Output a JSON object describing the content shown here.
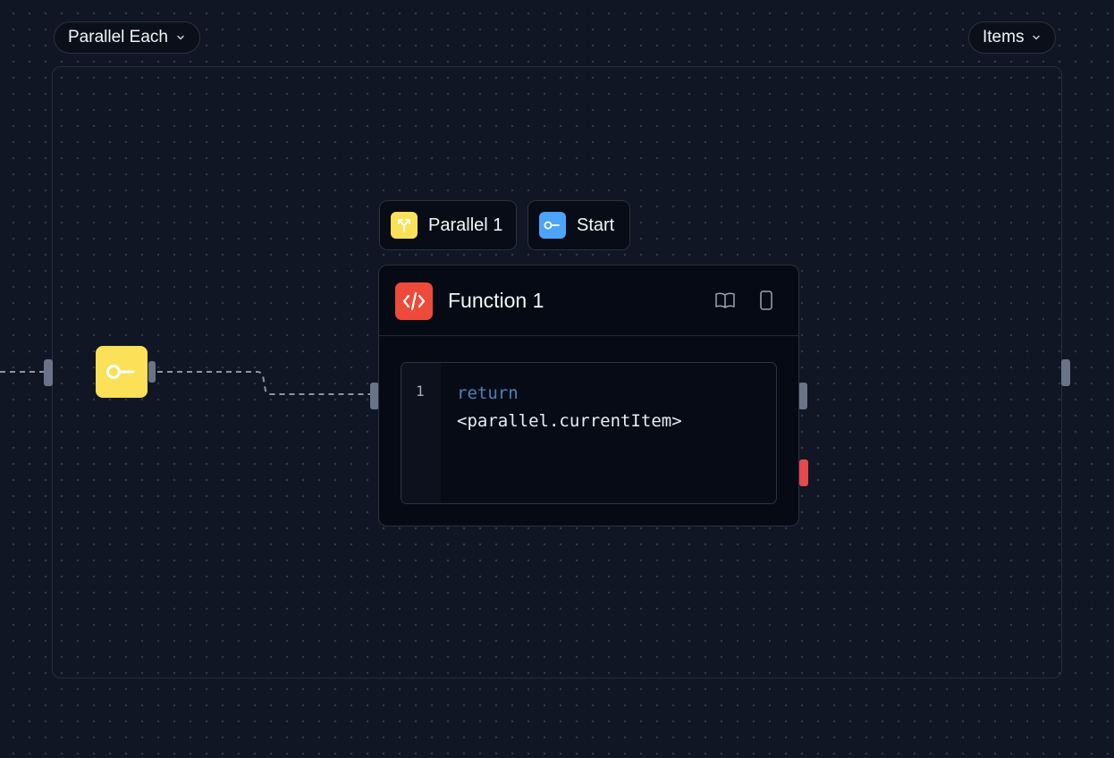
{
  "loop": {
    "type_label": "Parallel Each",
    "mode_label": "Items"
  },
  "tags": {
    "parallel_label": "Parallel 1",
    "start_label": "Start"
  },
  "function_block": {
    "title": "Function 1",
    "code": {
      "line_number": "1",
      "keyword": "return",
      "expression": "<parallel.currentItem>"
    }
  },
  "colors": {
    "canvas_bg": "#101624",
    "start_node": "#fbe158",
    "function_icon": "#ee4a3b",
    "start_tag_icon": "#4da3f7",
    "error_handle": "#e5484d",
    "keyword": "#4a82b8"
  },
  "icons": {
    "loop_type_dropdown": "chevron-down-icon",
    "mode_dropdown": "chevron-down-icon",
    "start_node": "start-key-icon",
    "parallel_tag": "split-arrows-icon",
    "start_tag": "start-key-icon",
    "function": "code-icon",
    "docs": "book-open-icon",
    "layout_toggle": "rectangle-vertical-icon"
  }
}
